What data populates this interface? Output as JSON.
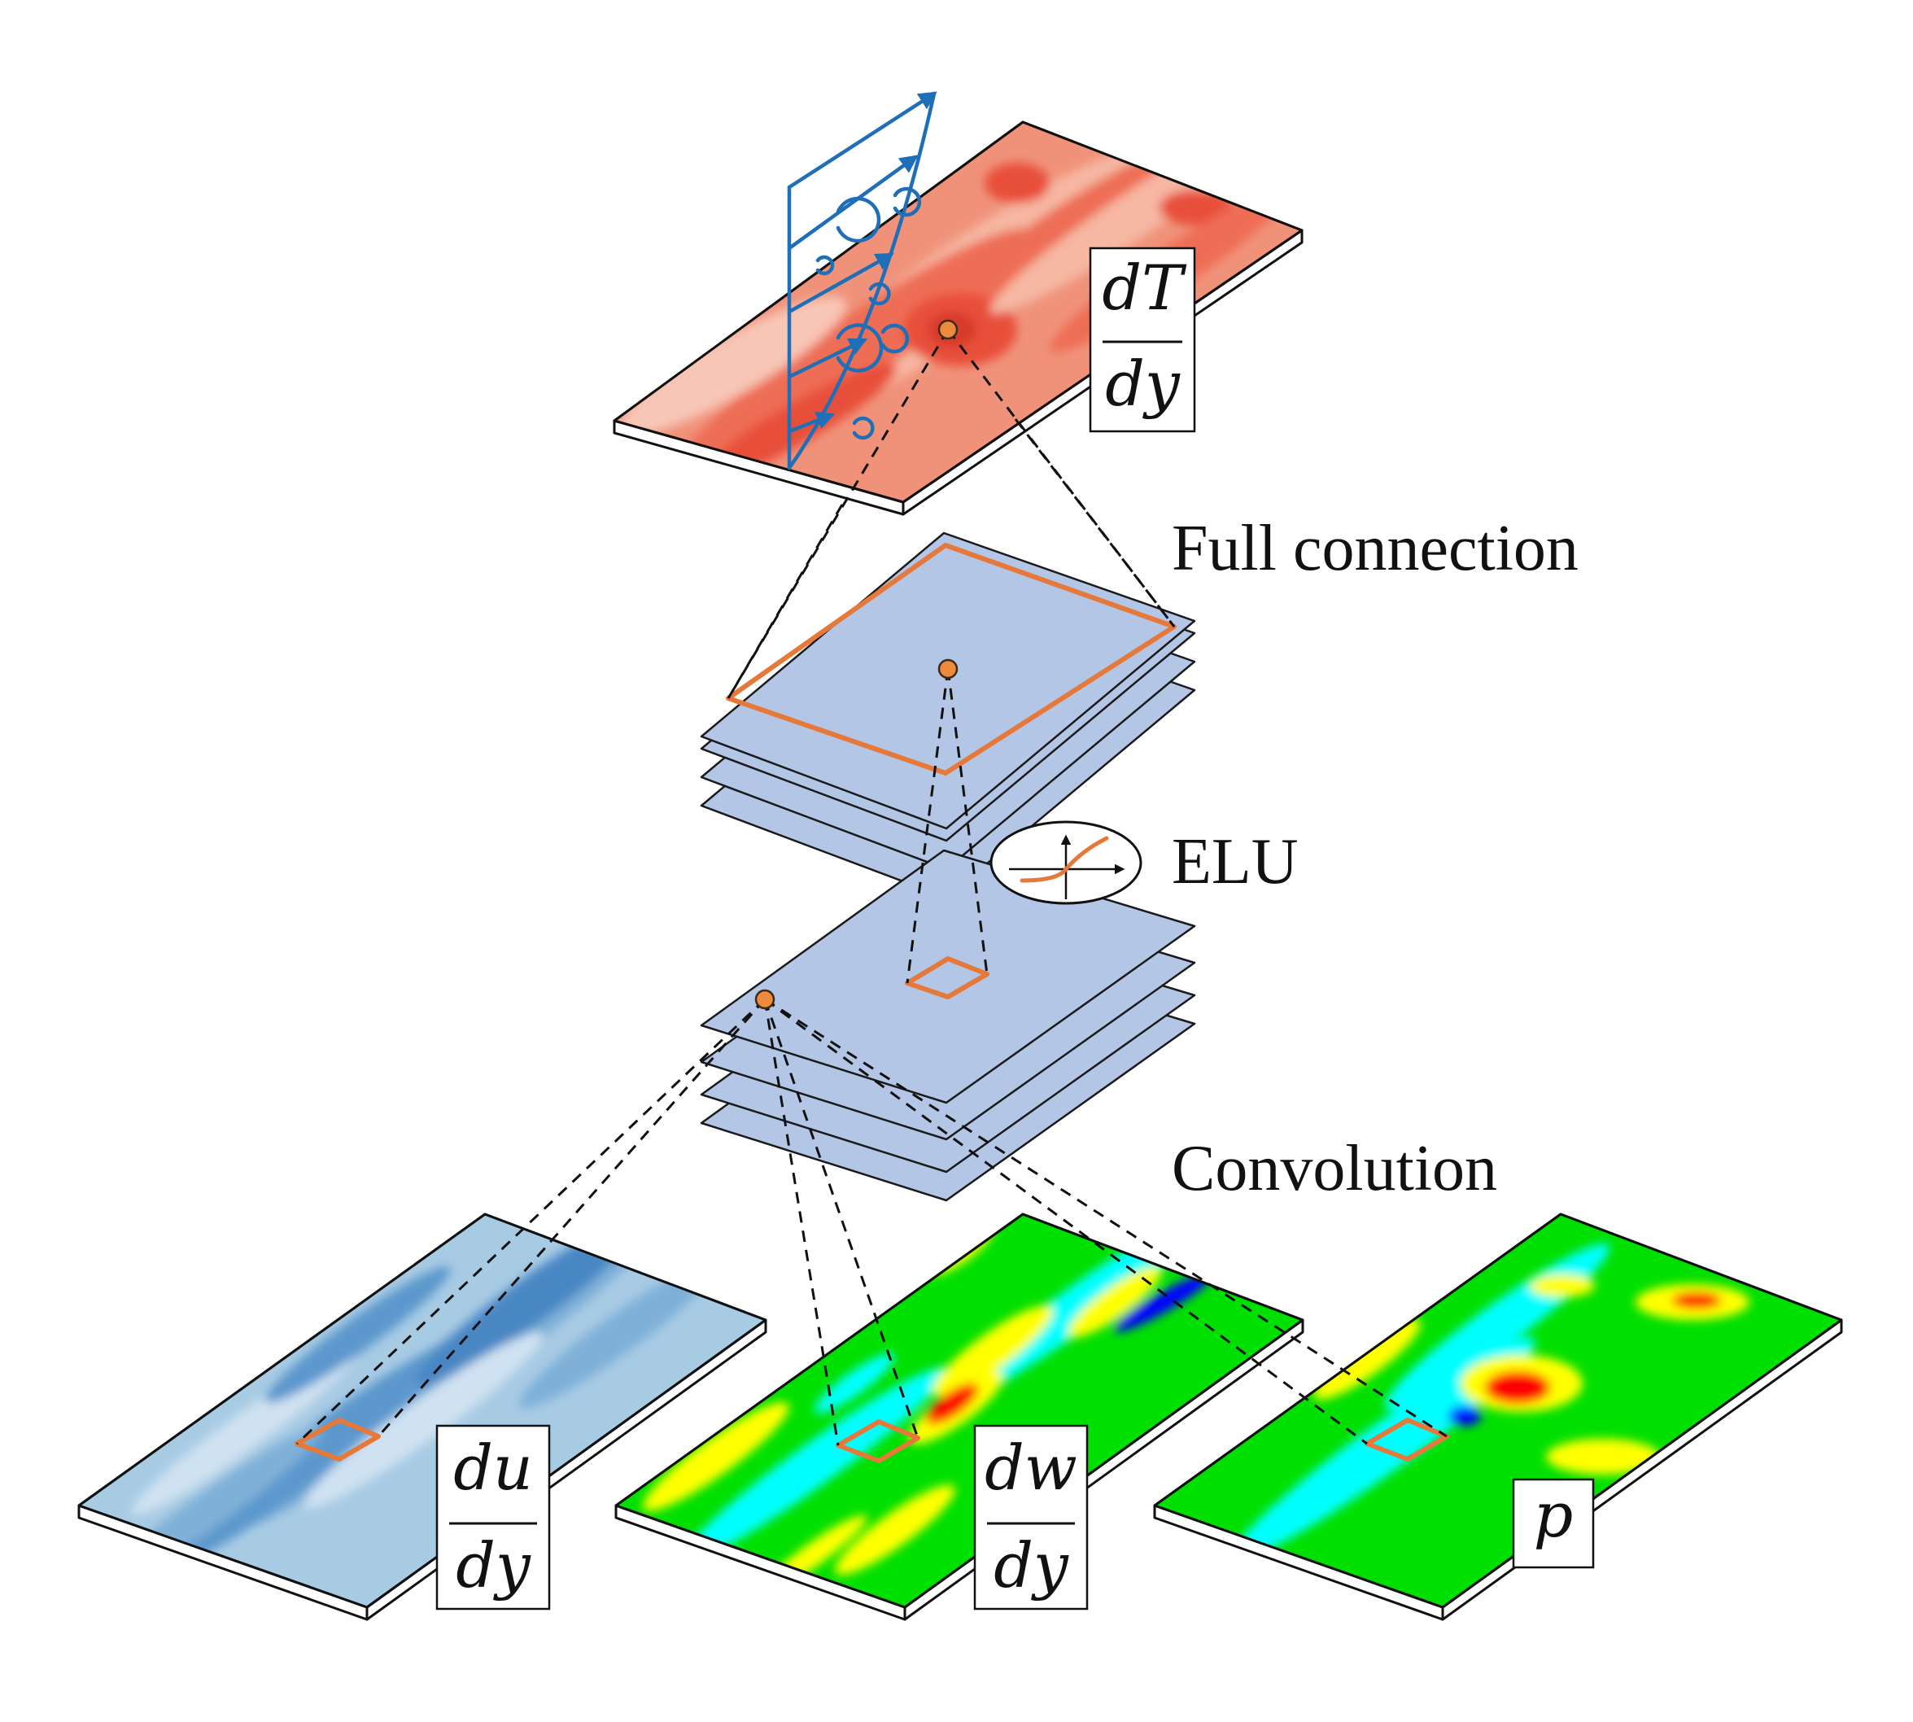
{
  "stages": {
    "full_connection": "Full connection",
    "activation": "ELU",
    "convolution": "Convolution"
  },
  "output_label": {
    "numerator": "dT",
    "denominator": "dy"
  },
  "inputs": [
    {
      "numerator": "du",
      "denominator": "dy"
    },
    {
      "numerator": "dw",
      "denominator": "dy"
    },
    {
      "symbol": "p"
    }
  ],
  "colors": {
    "output_field": "#f08a6e",
    "input_du": "#9ec4e0",
    "input_dw": "#00e000",
    "input_p": "#00e000",
    "feature_maps": "#b3c6e6",
    "highlight": "#e6783a",
    "velocity_profile": "#1f6fb8"
  },
  "icons": [
    "velocity-profile-icon",
    "elu-activation-icon"
  ]
}
